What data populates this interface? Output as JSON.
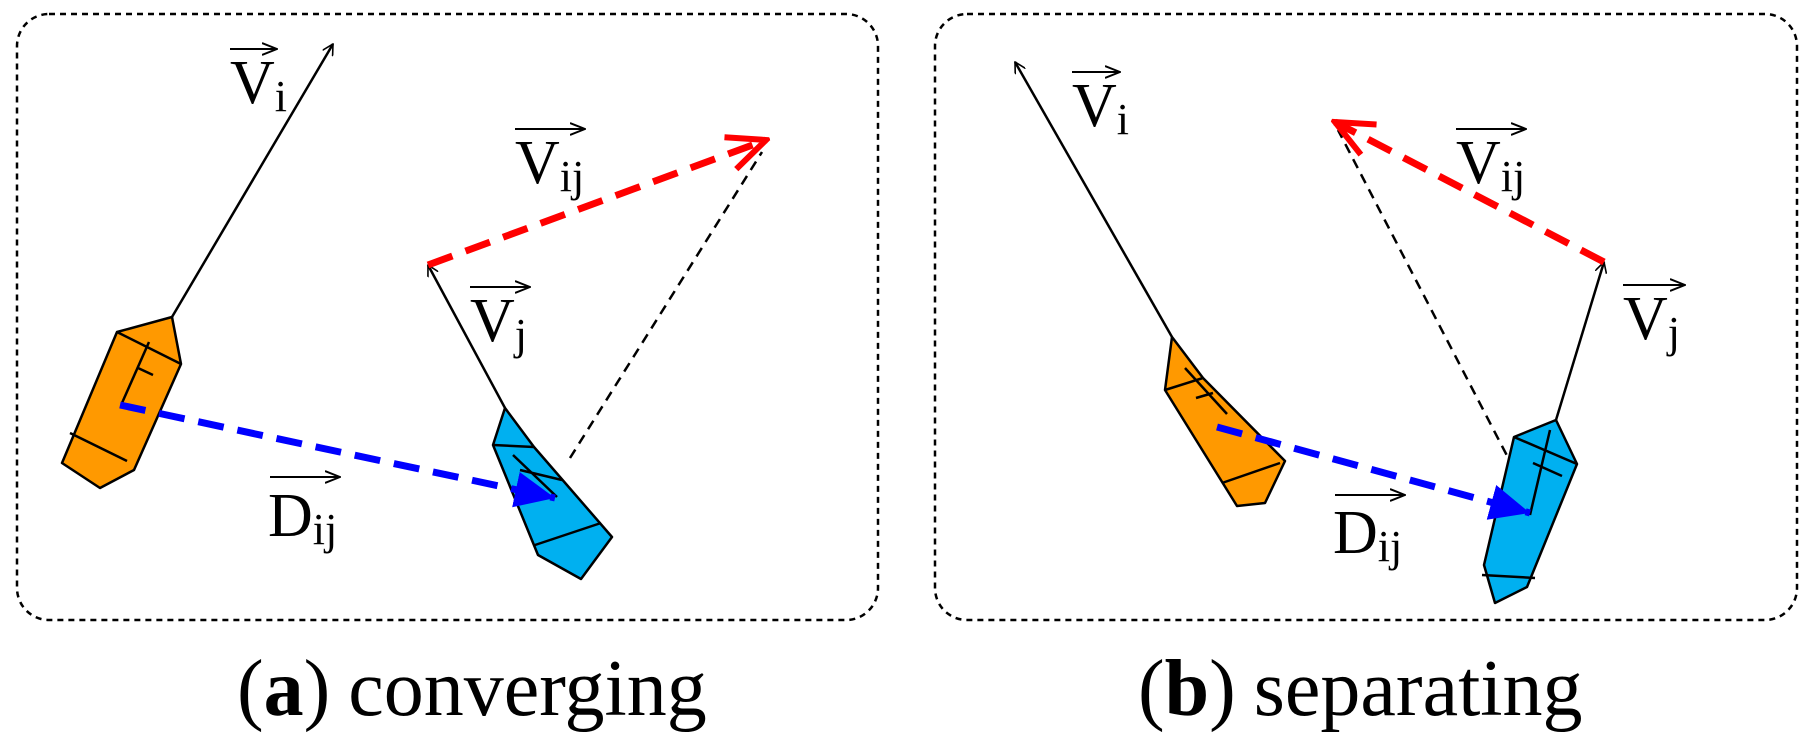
{
  "colors": {
    "vessel_i": "#FF9900",
    "vessel_j": "#00B0F0",
    "relative_velocity": "#FF0000",
    "relative_position": "#0000FF",
    "outline": "#000000"
  },
  "panels": [
    {
      "id": "a",
      "caption_open": "(",
      "caption_letter": "a",
      "caption_close": ")",
      "caption_word": "converging",
      "labels": {
        "vi": {
          "base": "V",
          "sub": "i"
        },
        "vij": {
          "base": "V",
          "sub": "ij"
        },
        "vj": {
          "base": "V",
          "sub": "j"
        },
        "dij": {
          "base": "D",
          "sub": "ij"
        }
      }
    },
    {
      "id": "b",
      "caption_open": "(",
      "caption_letter": "b",
      "caption_close": ")",
      "caption_word": "separating",
      "labels": {
        "vi": {
          "base": "V",
          "sub": "i"
        },
        "vij": {
          "base": "V",
          "sub": "ij"
        },
        "vj": {
          "base": "V",
          "sub": "j"
        },
        "dij": {
          "base": "D",
          "sub": "ij"
        }
      }
    }
  ]
}
